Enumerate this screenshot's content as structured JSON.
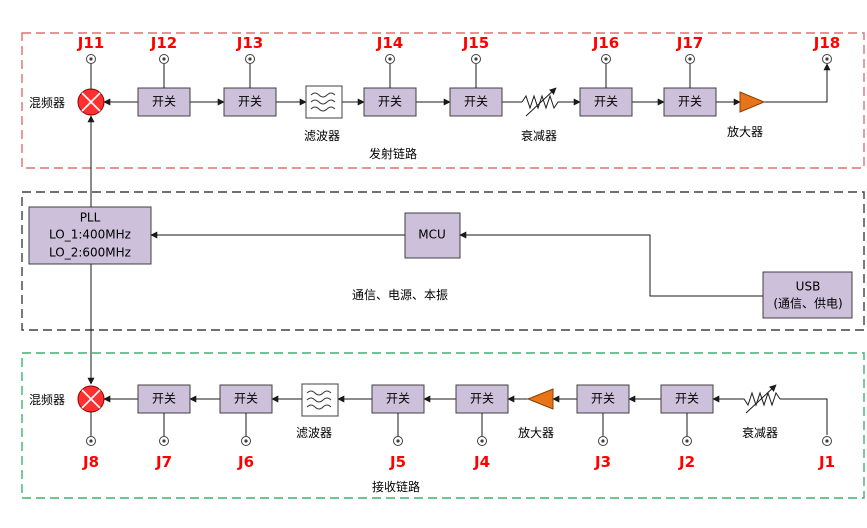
{
  "tx": {
    "caption": "发射链路",
    "mixer_label": "混频器",
    "switch_label": "开关",
    "filter_label": "滤波器",
    "attenuator_label": "衰减器",
    "amplifier_label": "放大器",
    "ports": [
      "J11",
      "J12",
      "J13",
      "J14",
      "J15",
      "J16",
      "J17",
      "J18"
    ]
  },
  "control": {
    "caption": "通信、电源、本振",
    "pll": {
      "title": "PLL",
      "lo1": "LO_1:400MHz",
      "lo2": "LO_2:600MHz"
    },
    "mcu": "MCU",
    "usb": {
      "title": "USB",
      "sub": "(通信、供电)"
    }
  },
  "rx": {
    "caption": "接收链路",
    "mixer_label": "混频器",
    "switch_label": "开关",
    "filter_label": "滤波器",
    "attenuator_label": "衰减器",
    "amplifier_label": "放大器",
    "ports": [
      "J8",
      "J7",
      "J6",
      "J5",
      "J4",
      "J3",
      "J2",
      "J1"
    ]
  },
  "colors": {
    "tx_border": "#e07070",
    "control_border": "#404040",
    "rx_border": "#3cb371",
    "port_label": "#ff0000",
    "block_fill": "#ccc0da",
    "mixer_fill": "#ff3030",
    "amplifier_fill": "#e8741a"
  }
}
